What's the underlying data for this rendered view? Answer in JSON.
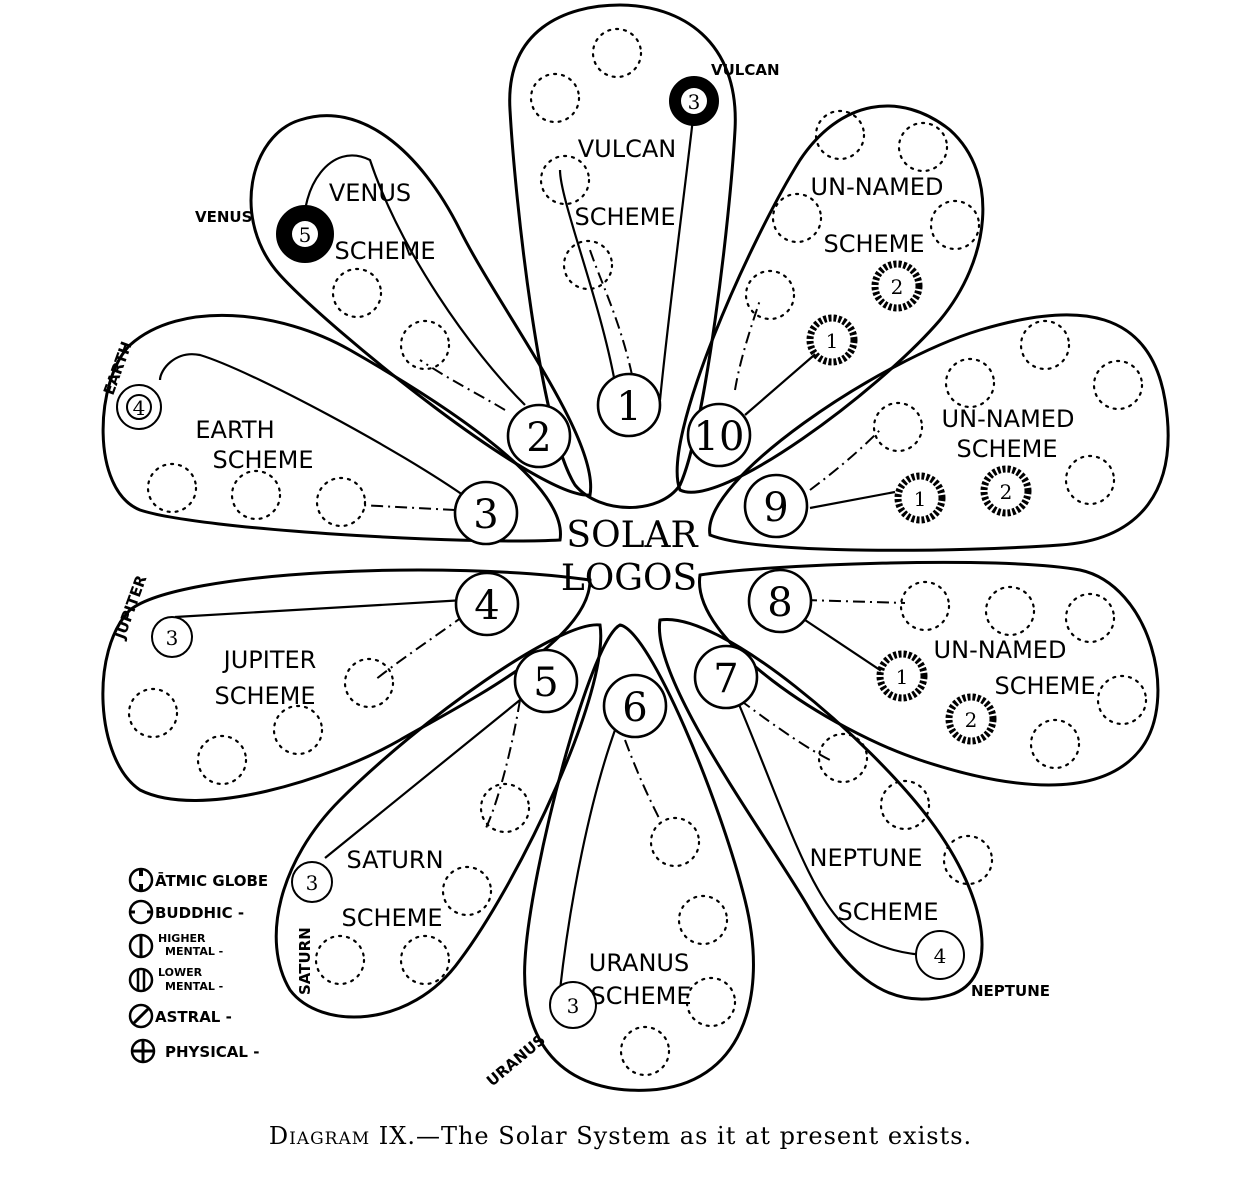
{
  "center": {
    "line1": "SOLAR",
    "line2": "LOGOS"
  },
  "schemes": [
    {
      "number": "1",
      "name_line1": "VULCAN",
      "name_line2": "SCHEME",
      "planet_label": "VULCAN",
      "planet_number": "3"
    },
    {
      "number": "2",
      "name_line1": "VENUS",
      "name_line2": "SCHEME",
      "planet_label": "VENUS",
      "planet_number": "5"
    },
    {
      "number": "3",
      "name_line1": "EARTH",
      "name_line2": "SCHEME",
      "planet_label": "EARTH",
      "planet_number": "4"
    },
    {
      "number": "4",
      "name_line1": "JUPITER",
      "name_line2": "SCHEME",
      "planet_label": "JUPITER",
      "planet_number": "3"
    },
    {
      "number": "5",
      "name_line1": "SATURN",
      "name_line2": "SCHEME",
      "planet_label": "SATURN",
      "planet_number": "3"
    },
    {
      "number": "6",
      "name_line1": "URANUS",
      "name_line2": "SCHEME",
      "planet_label": "URANUS",
      "planet_number": "3"
    },
    {
      "number": "7",
      "name_line1": "NEPTUNE",
      "name_line2": "SCHEME",
      "planet_label": "NEPTUNE",
      "planet_number": "4"
    },
    {
      "number": "8",
      "name_line1": "UN-NAMED",
      "name_line2": "SCHEME",
      "planet_label": "",
      "planet_numbers": [
        "1",
        "2"
      ]
    },
    {
      "number": "9",
      "name_line1": "UN-NAMED",
      "name_line2": "SCHEME",
      "planet_label": "",
      "planet_numbers": [
        "1",
        "2"
      ]
    },
    {
      "number": "10",
      "name_line1": "UN-NAMED",
      "name_line2": "SCHEME",
      "planet_label": "",
      "planet_numbers": [
        "1",
        "2"
      ]
    }
  ],
  "legend": [
    {
      "symbol": "atmic-globe-icon",
      "label": "ĀTMIC GLOBE"
    },
    {
      "symbol": "buddhic-globe-icon",
      "label": "BUDDHIC -"
    },
    {
      "symbol": "higher-mental-globe-icon",
      "label": "HIGHER",
      "label2": "MENTAL -"
    },
    {
      "symbol": "lower-mental-globe-icon",
      "label": "LOWER",
      "label2": "MENTAL -"
    },
    {
      "symbol": "astral-globe-icon",
      "label": "ASTRAL -"
    },
    {
      "symbol": "physical-globe-icon",
      "label": "PHYSICAL -"
    }
  ],
  "caption": {
    "prefix": "Diagram IX.",
    "text": "—The Solar System as it at present exists."
  }
}
